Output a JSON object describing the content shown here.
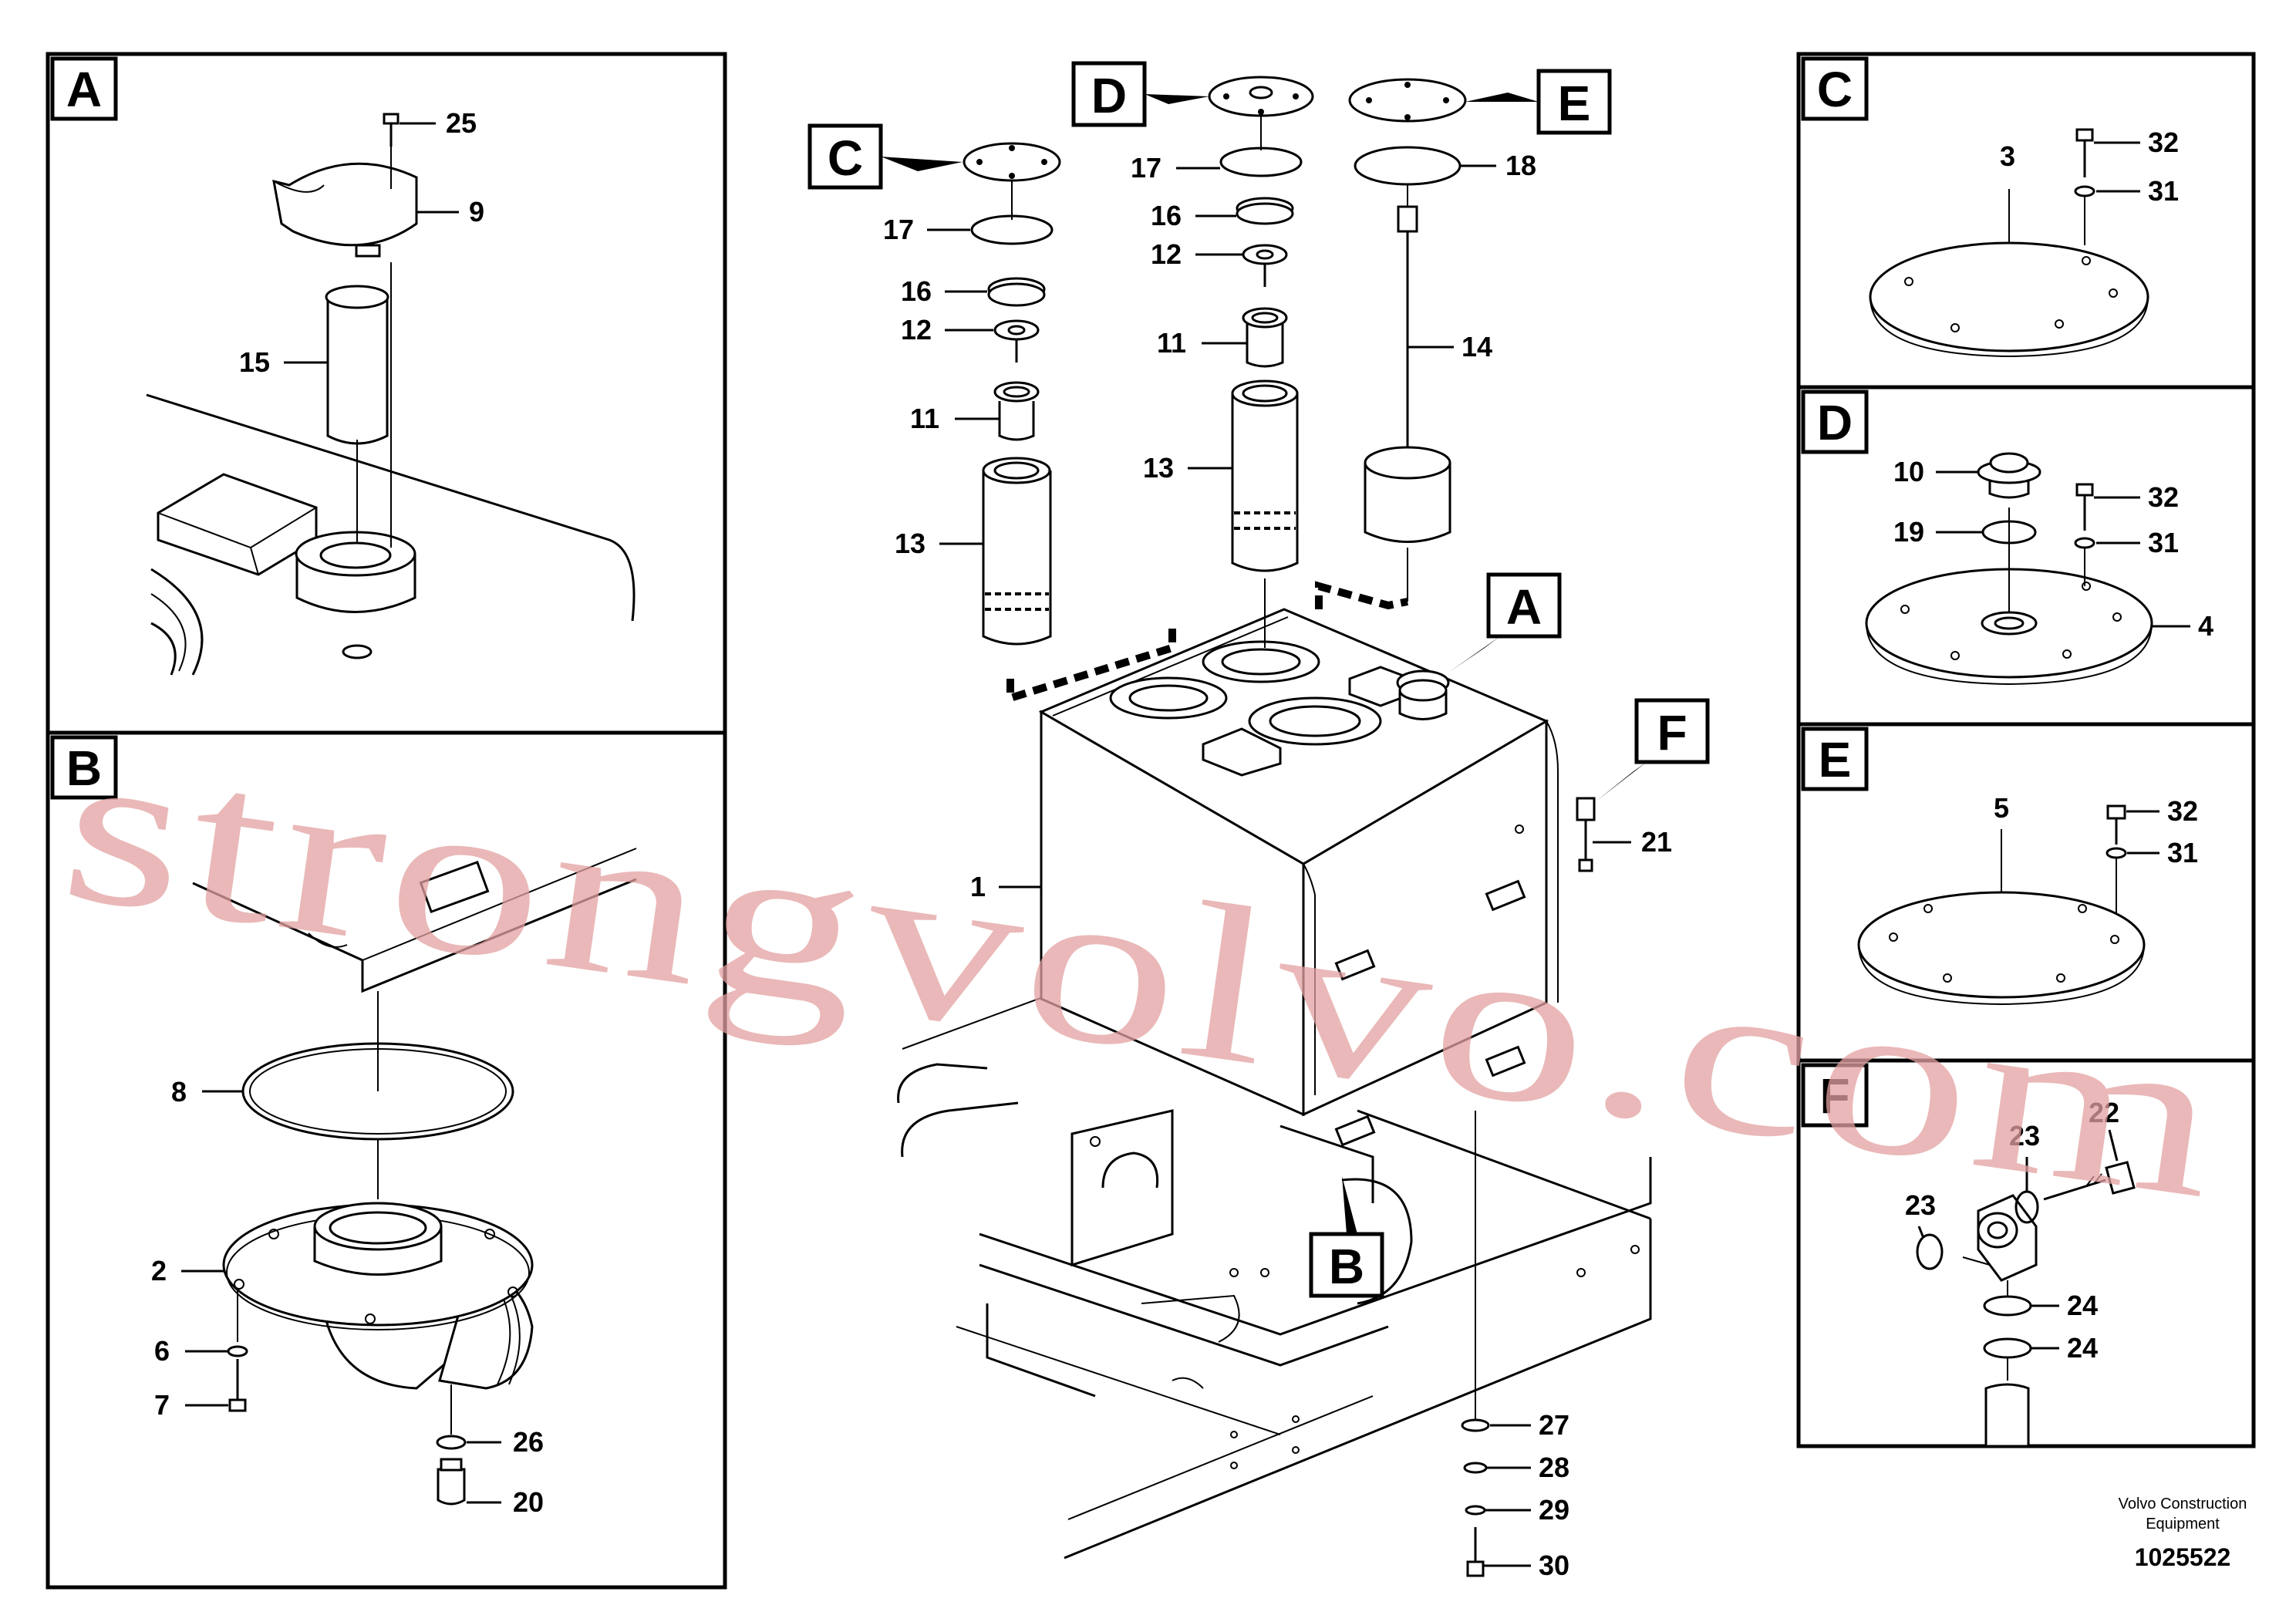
{
  "panels": [
    {
      "letter": "A"
    },
    {
      "letter": "B"
    },
    {
      "letter": "C"
    },
    {
      "letter": "D"
    },
    {
      "letter": "E"
    },
    {
      "letter": "F"
    }
  ],
  "main_tags": {
    "c": "C",
    "d": "D",
    "e": "E",
    "a": "A",
    "f": "F",
    "b": "B"
  },
  "callouts": {
    "pA": {
      "n25": "25",
      "n9": "9",
      "n15": "15"
    },
    "pB": {
      "n8": "8",
      "n2": "2",
      "n6": "6",
      "n7": "7",
      "n26": "26",
      "n20": "20"
    },
    "main": {
      "c17": "17",
      "c16": "16",
      "c12": "12",
      "c11": "11",
      "c13": "13",
      "d17": "17",
      "d16": "16",
      "d12": "12",
      "d11": "11",
      "d13": "13",
      "e18": "18",
      "e14": "14",
      "n1": "1",
      "n21": "21",
      "n27": "27",
      "n28": "28",
      "n29": "29",
      "n30": "30"
    },
    "pC": {
      "n3": "3",
      "n32": "32",
      "n31": "31"
    },
    "pD": {
      "n10": "10",
      "n19": "19",
      "n32": "32",
      "n31": "31",
      "n4": "4"
    },
    "pE": {
      "n5": "5",
      "n32": "32",
      "n31": "31"
    },
    "pF": {
      "n22": "22",
      "n23a": "23",
      "n23b": "23",
      "n24a": "24",
      "n24b": "24"
    }
  },
  "footer": {
    "maker_line1": "Volvo Construction",
    "maker_line2": "Equipment",
    "drawing_no": "1025522"
  },
  "watermark": "strongvolvo.com"
}
